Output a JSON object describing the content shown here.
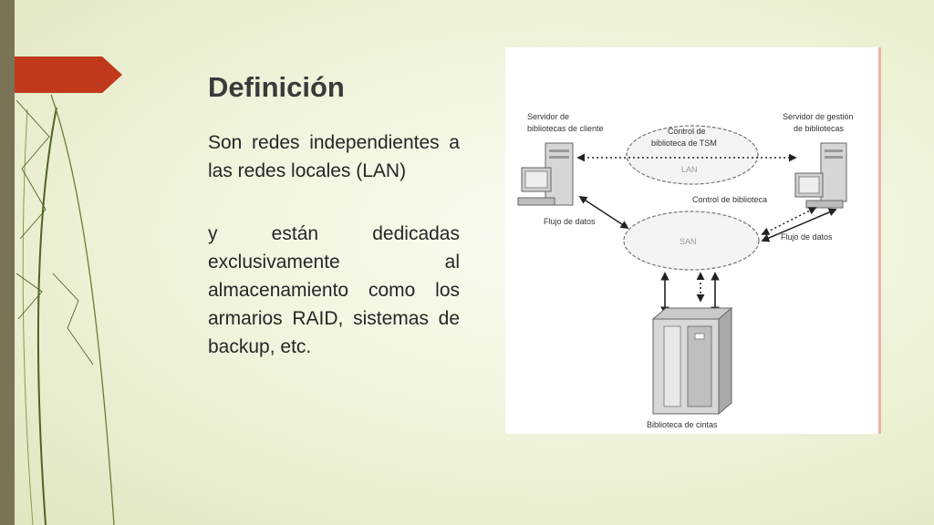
{
  "slide": {
    "title": "Definición",
    "paragraph1": "Son redes independientes a las redes locales (LAN)",
    "paragraph2": "y están dedicadas exclusivamente al almacenamiento como los armarios RAID, sistemas de backup, etc."
  },
  "diagram": {
    "client_server_label_1": "Servidor de",
    "client_server_label_2": "bibliotecas de cliente",
    "mgmt_server_label_1": "Servidor de gestión",
    "mgmt_server_label_2": "de bibliotecas",
    "tsm_label_1": "Control de",
    "tsm_label_2": "biblioteca de TSM",
    "lan_label": "LAN",
    "library_control_label": "Control de biblioteca",
    "san_label": "SAN",
    "data_flow_left": "Flujo de datos",
    "data_flow_right": "Flujo de datos",
    "tape_library_label": "Biblioteca de cintas"
  },
  "colors": {
    "accent_flag": "#c0391b",
    "left_bar": "#7a7355",
    "stem": "#5c6e2a"
  }
}
